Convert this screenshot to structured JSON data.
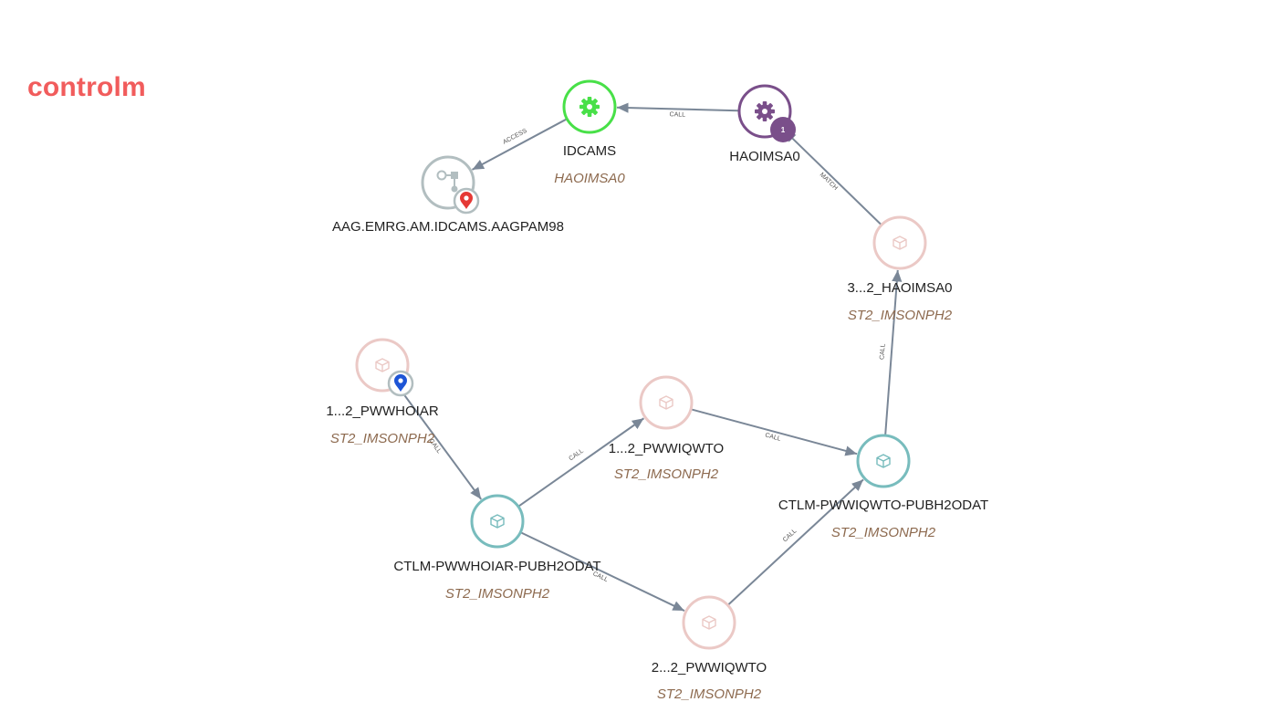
{
  "app": {
    "title": "controlm"
  },
  "colors": {
    "brand": "#f15c5c",
    "edge": "#7a8797",
    "program_active": "#48e048",
    "program_selected": "#7a4f8a",
    "dataset": "#b2bec0",
    "job_faded": "#ebc9c6",
    "job_primary": "#78bcbd",
    "marker_red": "#e53935",
    "marker_blue": "#1e55d6",
    "sub_text": "#8d6a4f"
  },
  "graph": {
    "nodes": [
      {
        "id": "idcams",
        "name": "IDCAMS",
        "sub": "HAOIMSA0",
        "kind": "program",
        "icon": "gear-icon",
        "color": "#48e048",
        "fill": "#ffffff",
        "dataName": "node-idcams"
      },
      {
        "id": "haoimsa0",
        "name": "HAOIMSA0",
        "sub": "",
        "kind": "program",
        "icon": "gear-icon",
        "color": "#7a4f8a",
        "fill": "#ffffff",
        "badge": "1",
        "dataName": "node-haoimsa0"
      },
      {
        "id": "aag",
        "name": "AAG.EMRG.AM.IDCAMS.AAGPAM98",
        "sub": "",
        "kind": "dataset",
        "icon": "dataset-icon",
        "color": "#b2bec0",
        "fill": "#ffffff",
        "marker": "red",
        "dataName": "node-aag-dataset"
      },
      {
        "id": "j3",
        "name": "3...2_HAOIMSA0",
        "sub": "ST2_IMSONPH2",
        "kind": "job",
        "icon": "cube-icon",
        "color": "#ebc9c6",
        "fill": "#ffffff",
        "dataName": "node-3-2-haoimsa0"
      },
      {
        "id": "j1a",
        "name": "1...2_PWWHOIAR",
        "sub": "ST2_IMSONPH2",
        "kind": "job",
        "icon": "cube-icon",
        "color": "#ebc9c6",
        "fill": "#ffffff",
        "marker": "blue",
        "dataName": "node-1-2-pwwhoiar"
      },
      {
        "id": "j1b",
        "name": "1...2_PWWIQWTO",
        "sub": "ST2_IMSONPH2",
        "kind": "job",
        "icon": "cube-icon",
        "color": "#ebc9c6",
        "fill": "#ffffff",
        "dataName": "node-1-2-pwwiqwto"
      },
      {
        "id": "ctlm1",
        "name": "CTLM-PWWHOIAR-PUBH2ODAT",
        "sub": "ST2_IMSONPH2",
        "kind": "job",
        "icon": "cube-icon",
        "color": "#78bcbd",
        "fill": "#ffffff",
        "dataName": "node-ctlm-pwwhoiar"
      },
      {
        "id": "ctlm2",
        "name": "CTLM-PWWIQWTO-PUBH2ODAT",
        "sub": "ST2_IMSONPH2",
        "kind": "job",
        "icon": "cube-icon",
        "color": "#78bcbd",
        "fill": "#ffffff",
        "dataName": "node-ctlm-pwwiqwto"
      },
      {
        "id": "j2",
        "name": "2...2_PWWIQWTO",
        "sub": "ST2_IMSONPH2",
        "kind": "job",
        "icon": "cube-icon",
        "color": "#ebc9c6",
        "fill": "#ffffff",
        "dataName": "node-2-2-pwwiqwto"
      }
    ],
    "edges": [
      {
        "from": "haoimsa0",
        "to": "idcams",
        "label": "CALL"
      },
      {
        "from": "idcams",
        "to": "aag",
        "label": "ACCESS"
      },
      {
        "from": "j3",
        "to": "haoimsa0",
        "label": "MATCH"
      },
      {
        "from": "ctlm2",
        "to": "j3",
        "label": "CALL"
      },
      {
        "from": "j1a",
        "to": "ctlm1",
        "label": "CALL"
      },
      {
        "from": "ctlm1",
        "to": "j1b",
        "label": "CALL"
      },
      {
        "from": "j1b",
        "to": "ctlm2",
        "label": "CALL"
      },
      {
        "from": "ctlm1",
        "to": "j2",
        "label": "CALL"
      },
      {
        "from": "j2",
        "to": "ctlm2",
        "label": "CALL"
      }
    ]
  }
}
